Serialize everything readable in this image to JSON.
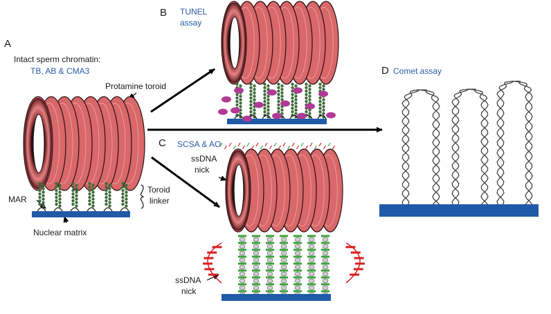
{
  "panels": {
    "a": {
      "letter": "A",
      "title": "Intact sperm chromatin:",
      "assays": "TB, AB & CMA3"
    },
    "b": {
      "letter": "B",
      "assay_line1": "TUNEL",
      "assay_line2": "assay"
    },
    "c": {
      "letter": "C",
      "assay": "SCSA & AO"
    },
    "d": {
      "letter": "D",
      "assay": "Comet assay"
    }
  },
  "labels": {
    "protamine_toroid": "Protamine toroid",
    "toroid": "Toroid",
    "linker": "linker",
    "mar": "MAR",
    "nuclear_matrix": "Nuclear matrix",
    "ssdna_nick_top_line1": "ssDNA",
    "ssdna_nick_top_line2": "nick",
    "ssdna_nick_bottom_line1": "ssDNA",
    "ssdna_nick_bottom_line2": "nick"
  },
  "colors": {
    "toroid_fill": "#d8686a",
    "toroid_dark": "#2a0e10",
    "matrix_blue": "#1f5aa8",
    "linker_green": "#3f6b3a",
    "tunel_magenta": "#b03a96",
    "ao_green": "#3aa33a",
    "ao_red": "#d81e1e",
    "label_blue": "#2a5ba8"
  }
}
